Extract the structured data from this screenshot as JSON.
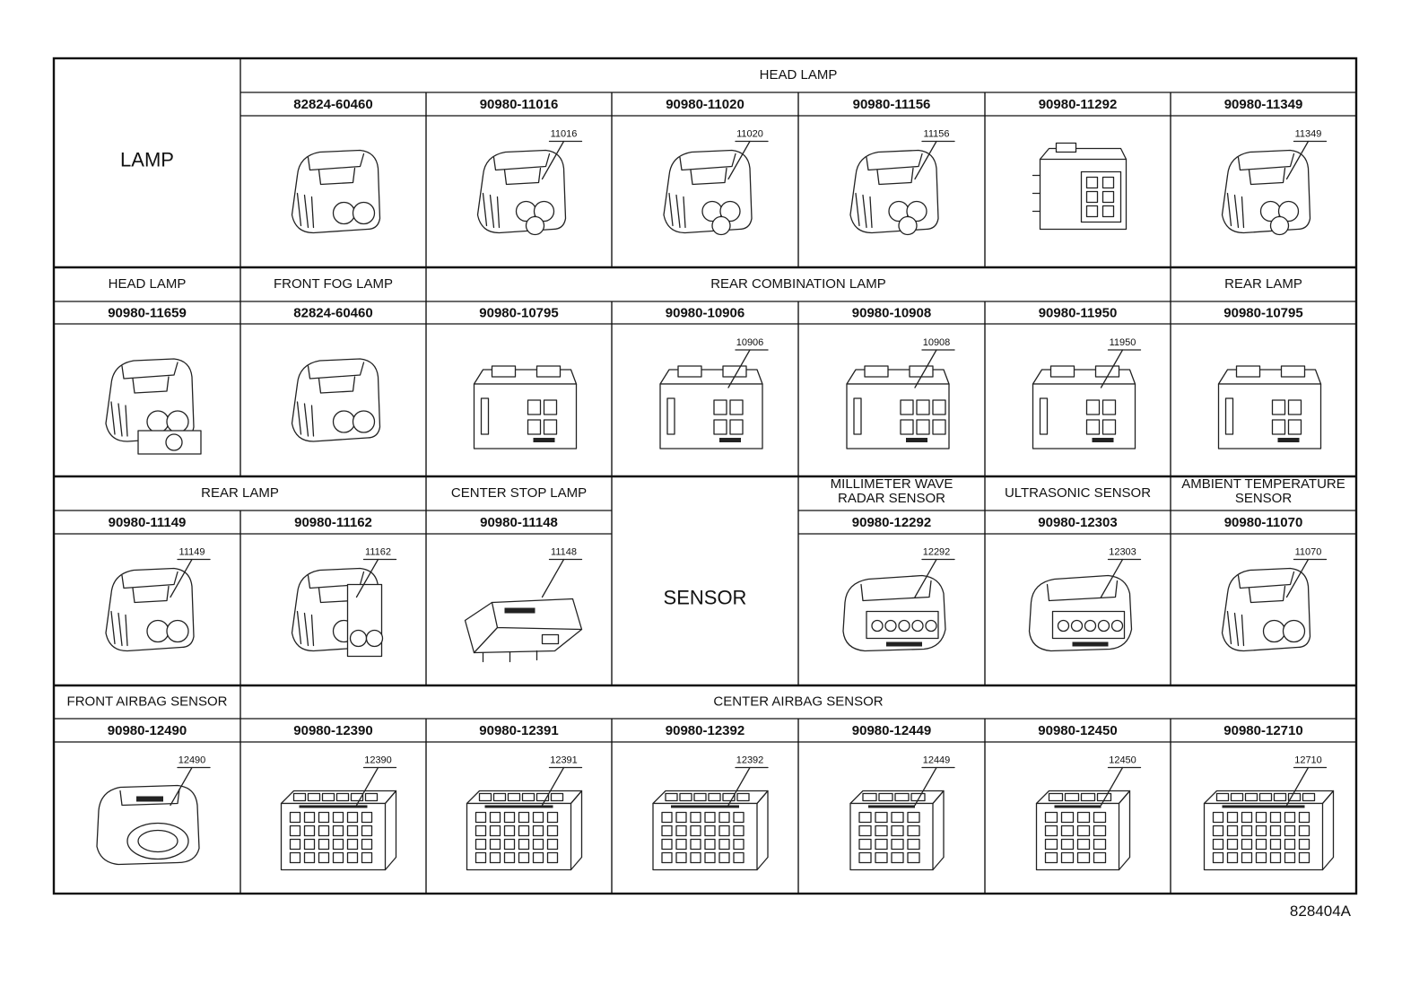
{
  "diagram_code": "828404A",
  "sections": [
    {
      "name": "LAMP",
      "groups": [
        {
          "label": "HEAD LAMP",
          "span": 6
        }
      ],
      "cells": [
        {
          "part": "82824-60460",
          "callout": "",
          "kind": "round2"
        },
        {
          "part": "90980-11016",
          "callout": "11016",
          "kind": "round3"
        },
        {
          "part": "90980-11020",
          "callout": "11020",
          "kind": "round3h"
        },
        {
          "part": "90980-11156",
          "callout": "11156",
          "kind": "round3h"
        },
        {
          "part": "90980-11292",
          "callout": "",
          "kind": "multi6"
        },
        {
          "part": "90980-11349",
          "callout": "11349",
          "kind": "round3b"
        }
      ]
    },
    {
      "name": "",
      "groups": [
        {
          "label": "HEAD LAMP",
          "span": 1
        },
        {
          "label": "FRONT FOG LAMP",
          "span": 1
        },
        {
          "label": "REAR COMBINATION LAMP",
          "span": 4
        },
        {
          "label": "REAR LAMP",
          "span": 1
        }
      ],
      "cells": [
        {
          "part": "90980-11659",
          "callout": "",
          "kind": "round2c"
        },
        {
          "part": "82824-60460",
          "callout": "",
          "kind": "round2"
        },
        {
          "part": "90980-10795",
          "callout": "",
          "kind": "box4"
        },
        {
          "part": "90980-10906",
          "callout": "10906",
          "kind": "box2"
        },
        {
          "part": "90980-10908",
          "callout": "10908",
          "kind": "box6"
        },
        {
          "part": "90980-11950",
          "callout": "11950",
          "kind": "box3"
        },
        {
          "part": "90980-10795",
          "callout": "",
          "kind": "box4"
        }
      ]
    },
    {
      "name": "SENSOR",
      "groups": [
        {
          "label": "REAR LAMP",
          "span": 2
        },
        {
          "label": "CENTER STOP LAMP",
          "span": 1
        },
        {
          "label": "MILLIMETER WAVE RADAR SENSOR",
          "span": 1
        },
        {
          "label": "ULTRASONIC SENSOR",
          "span": 1
        },
        {
          "label": "AMBIENT TEMPERATURE SENSOR",
          "span": 1
        }
      ],
      "cells": [
        {
          "part": "90980-11149",
          "callout": "11149",
          "kind": "round2h"
        },
        {
          "part": "90980-11162",
          "callout": "11162",
          "kind": "round2v"
        },
        {
          "part": "90980-11148",
          "callout": "11148",
          "kind": "flat"
        },
        {
          "part": "90980-12292",
          "callout": "12292",
          "kind": "sensor5"
        },
        {
          "part": "90980-12303",
          "callout": "12303",
          "kind": "sensor5"
        },
        {
          "part": "90980-11070",
          "callout": "11070",
          "kind": "round2t"
        }
      ]
    },
    {
      "name": "",
      "groups": [
        {
          "label": "FRONT AIRBAG SENSOR",
          "span": 1
        },
        {
          "label": "CENTER AIRBAG SENSOR",
          "span": 6
        }
      ],
      "cells": [
        {
          "part": "90980-12490",
          "callout": "12490",
          "kind": "airbag"
        },
        {
          "part": "90980-12390",
          "callout": "12390",
          "kind": "grid6"
        },
        {
          "part": "90980-12391",
          "callout": "12391",
          "kind": "grid6"
        },
        {
          "part": "90980-12392",
          "callout": "12392",
          "kind": "grid6"
        },
        {
          "part": "90980-12449",
          "callout": "12449",
          "kind": "grid4"
        },
        {
          "part": "90980-12450",
          "callout": "12450",
          "kind": "grid4"
        },
        {
          "part": "90980-12710",
          "callout": "12710",
          "kind": "grid7"
        }
      ]
    }
  ]
}
